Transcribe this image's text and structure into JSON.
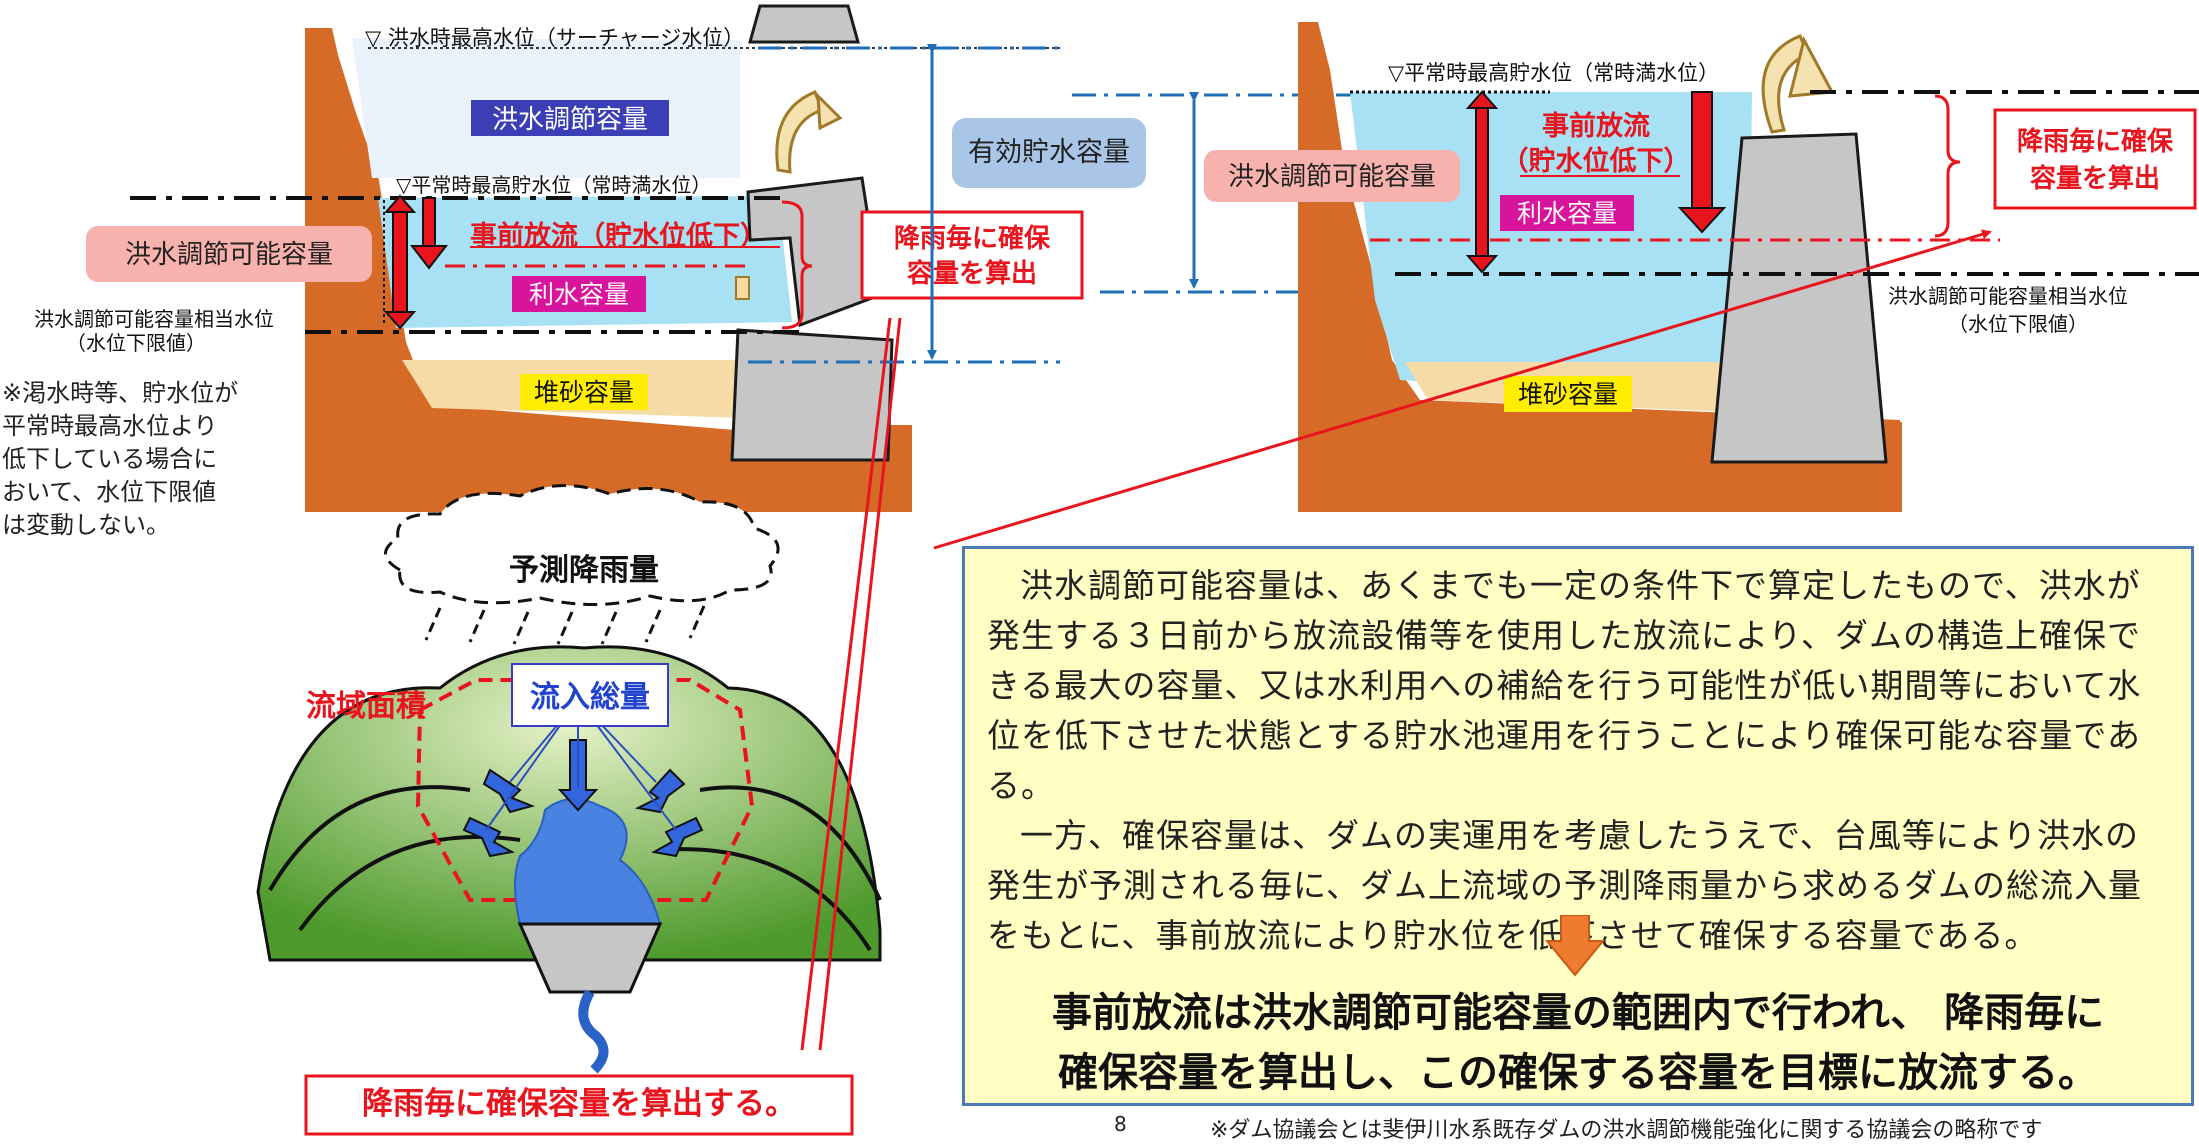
{
  "left_dam": {
    "surcharge_level": "▽ 洪水時最高水位（サーチャージ水位）",
    "flood_control_volume": "洪水調節容量",
    "normal_max_level": "▽平常時最高貯水位（常時満水位）",
    "prior_release": "事前放流（貯水位低下）",
    "water_use_volume": "利水容量",
    "sediment_volume": "堆砂容量",
    "adjustable_volume": "洪水調節可能容量",
    "lower_limit_line1": "洪水調節可能容量相当水位",
    "lower_limit_line2": "（水位下限値）",
    "rain_box_line1": "降雨毎に確保",
    "rain_box_line2": "容量を算出",
    "note_lines": [
      "※渇水時等、貯水位が",
      "平常時最高水位より",
      "低下している場合に",
      "おいて、水位下限値",
      "は変動しない。"
    ]
  },
  "effective_volume": "有効貯水容量",
  "right_dam": {
    "normal_max_level": "▽平常時最高貯水位（常時満水位）",
    "prior_release_line1": "事前放流",
    "prior_release_line2": "（貯水位低下）",
    "water_use_volume": "利水容量",
    "adjustable_volume": "洪水調節可能容量",
    "sediment_volume": "堆砂容量",
    "lower_limit_line1": "洪水調節可能容量相当水位",
    "lower_limit_line2": "（水位下限値）",
    "rain_box_line1": "降雨毎に確保",
    "rain_box_line2": "容量を算出"
  },
  "basin": {
    "forecast_rainfall": "予測降雨量",
    "basin_area": "流域面積",
    "total_inflow": "流入総量",
    "bottom_label": "降雨毎に確保容量を算出する。"
  },
  "info": {
    "para1": "洪水調節可能容量は、あくまでも一定の条件下で算定したもので、洪水が発生する３日前から放流設備等を使用した放流により、ダムの構造上確保できる最大の容量、又は水利用への補給を行う可能性が低い期間等において水位を低下させた状態とする貯水池運用を行うことにより確保可能な容量である。",
    "para2": "一方、確保容量は、ダムの実運用を考慮したうえで、台風等により洪水の発生が予測される毎に、ダム上流域の予測降雨量から求めるダムの総流入量をもとに、事前放流により貯水位を低下させて確保する容量である。",
    "conclusion_line1": "事前放流は洪水調節可能容量の範囲内で行われ、 降雨毎に",
    "conclusion_line2": "確保容量を算出し、この確保する容量を目標に放流する。"
  },
  "page_number": "8",
  "footnote": "※ダム協議会とは斐伊川水系既存ダムの洪水調節機能強化に関する協議会の略称です"
}
